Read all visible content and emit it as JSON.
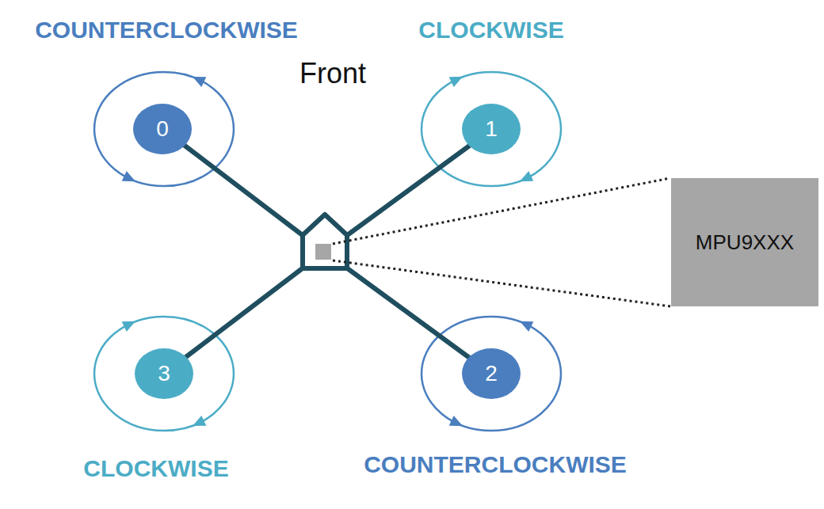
{
  "diagram": {
    "nodes": [
      {
        "text": [
          "0"
        ]
      },
      {
        "text": [
          "1"
        ]
      },
      {
        "text": [
          "MPU9XXX"
        ]
      },
      {
        "text": [
          "3"
        ]
      },
      {
        "text": [
          "2"
        ]
      }
    ],
    "labels": [
      "COUNTERCLOCKWISE",
      "CLOCKWISE",
      "Front",
      "CLOCKWISE",
      "COUNTERCLOCKWISE"
    ]
  }
}
